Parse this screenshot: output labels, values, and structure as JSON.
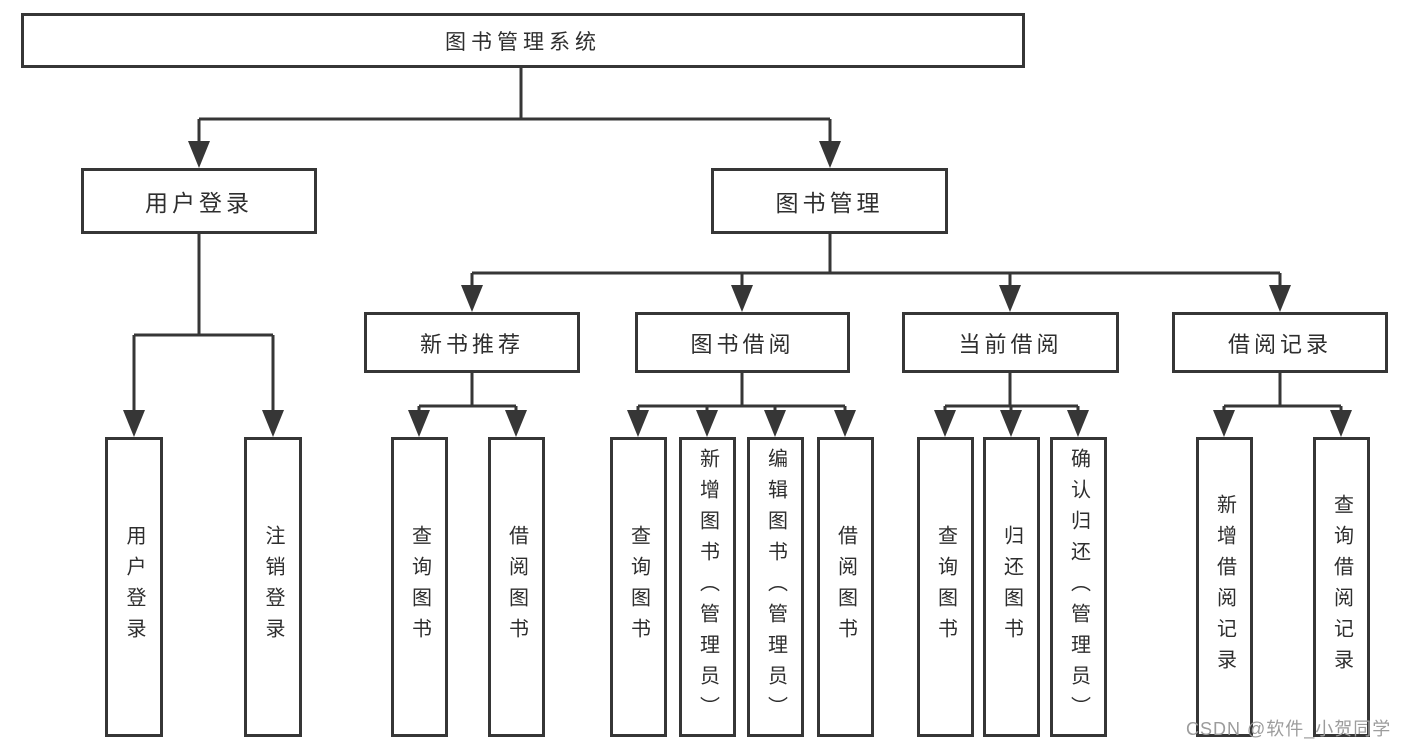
{
  "tree": {
    "root": {
      "label": "图书管理系统",
      "children": [
        {
          "label": "用户登录",
          "children": [
            {
              "label": "用户登录"
            },
            {
              "label": "注销登录"
            }
          ]
        },
        {
          "label": "图书管理",
          "children": [
            {
              "label": "新书推荐",
              "children": [
                {
                  "label": "查询图书"
                },
                {
                  "label": "借阅图书"
                }
              ]
            },
            {
              "label": "图书借阅",
              "children": [
                {
                  "label": "查询图书"
                },
                {
                  "label": "新增图书（管理员）"
                },
                {
                  "label": "编辑图书（管理员）"
                },
                {
                  "label": "借阅图书"
                }
              ]
            },
            {
              "label": "当前借阅",
              "children": [
                {
                  "label": "查询图书"
                },
                {
                  "label": "归还图书"
                },
                {
                  "label": "确认归还（管理员）"
                }
              ]
            },
            {
              "label": "借阅记录",
              "children": [
                {
                  "label": "新增借阅记录"
                },
                {
                  "label": "查询借阅记录"
                }
              ]
            }
          ]
        }
      ]
    }
  },
  "watermark": {
    "text": "CSDN @软件_小贺同学"
  },
  "colors": {
    "line": "#363636",
    "text": "#2e2e2e",
    "watermark": "#9c9c9c",
    "background": "#ffffff"
  }
}
